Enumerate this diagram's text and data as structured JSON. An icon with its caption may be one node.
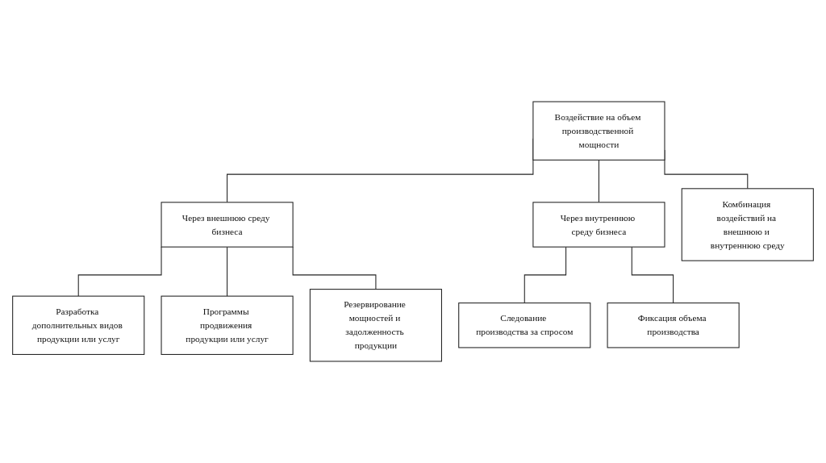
{
  "diagram": {
    "nodes": [
      {
        "text": [
          "Воздействие на объем производственной мощности"
        ]
      },
      {
        "text": [
          "Через внешнюю среду бизнеса"
        ]
      },
      {
        "text": [
          "Через внутреннюю среду бизнеса"
        ]
      },
      {
        "text": [
          "Комбинация воздействий на внешнюю и внутреннюю среду"
        ]
      },
      {
        "text": [
          "Разработка дополнительных видов продукции или услуг"
        ]
      },
      {
        "text": [
          "Программы продвижения продукции или услуг"
        ]
      },
      {
        "text": [
          "Резервирование мощностей и задолженность продукции"
        ]
      },
      {
        "text": [
          "Следование производства за спросом"
        ]
      },
      {
        "text": [
          "Фиксация объема производства"
        ]
      }
    ],
    "edges": [
      {
        "from": 0,
        "to": 1,
        "arrow": "none"
      },
      {
        "from": 0,
        "to": 2,
        "arrow": "none"
      },
      {
        "from": 0,
        "to": 3,
        "arrow": "none"
      },
      {
        "from": 1,
        "to": 4,
        "arrow": "none"
      },
      {
        "from": 1,
        "to": 5,
        "arrow": "none"
      },
      {
        "from": 1,
        "to": 6,
        "arrow": "none"
      },
      {
        "from": 2,
        "to": 7,
        "arrow": "none"
      },
      {
        "from": 2,
        "to": 8,
        "arrow": "none"
      }
    ]
  }
}
